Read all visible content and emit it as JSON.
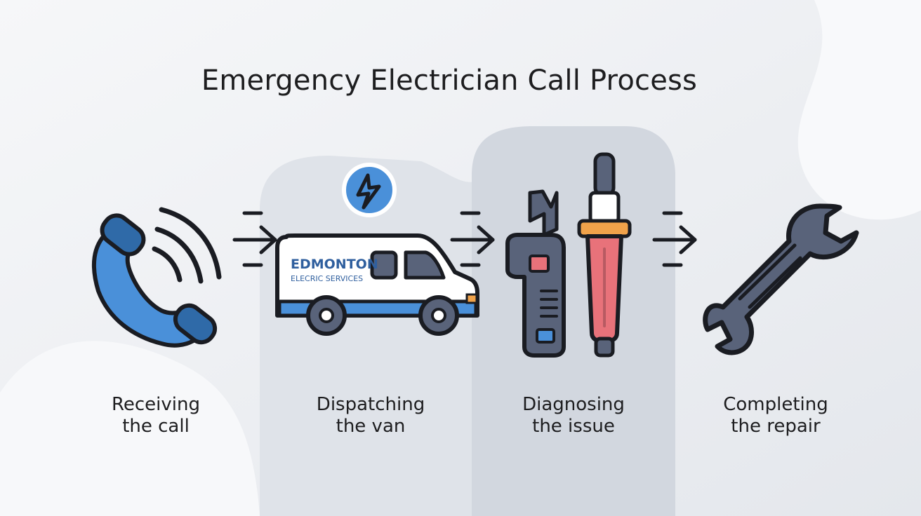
{
  "title": "Emergency Electrician Call Process",
  "van": {
    "brand_line1": "EDMONTON",
    "brand_line2": "ELECRIC SERVICES"
  },
  "steps": [
    {
      "line1": "Receiving",
      "line2": "the call",
      "icon": "phone-icon"
    },
    {
      "line1": "Dispatching",
      "line2": "the van",
      "icon": "van-icon"
    },
    {
      "line1": "Diagnosing",
      "line2": "the issue",
      "icon": "tester-icon"
    },
    {
      "line1": "Completing",
      "line2": "the repair",
      "icon": "wrench-icon"
    }
  ],
  "colors": {
    "accent_blue": "#4a90d9",
    "dark_blue": "#2f6aa8",
    "slate": "#59637a",
    "red": "#e8727a",
    "outline": "#1a1c22"
  }
}
